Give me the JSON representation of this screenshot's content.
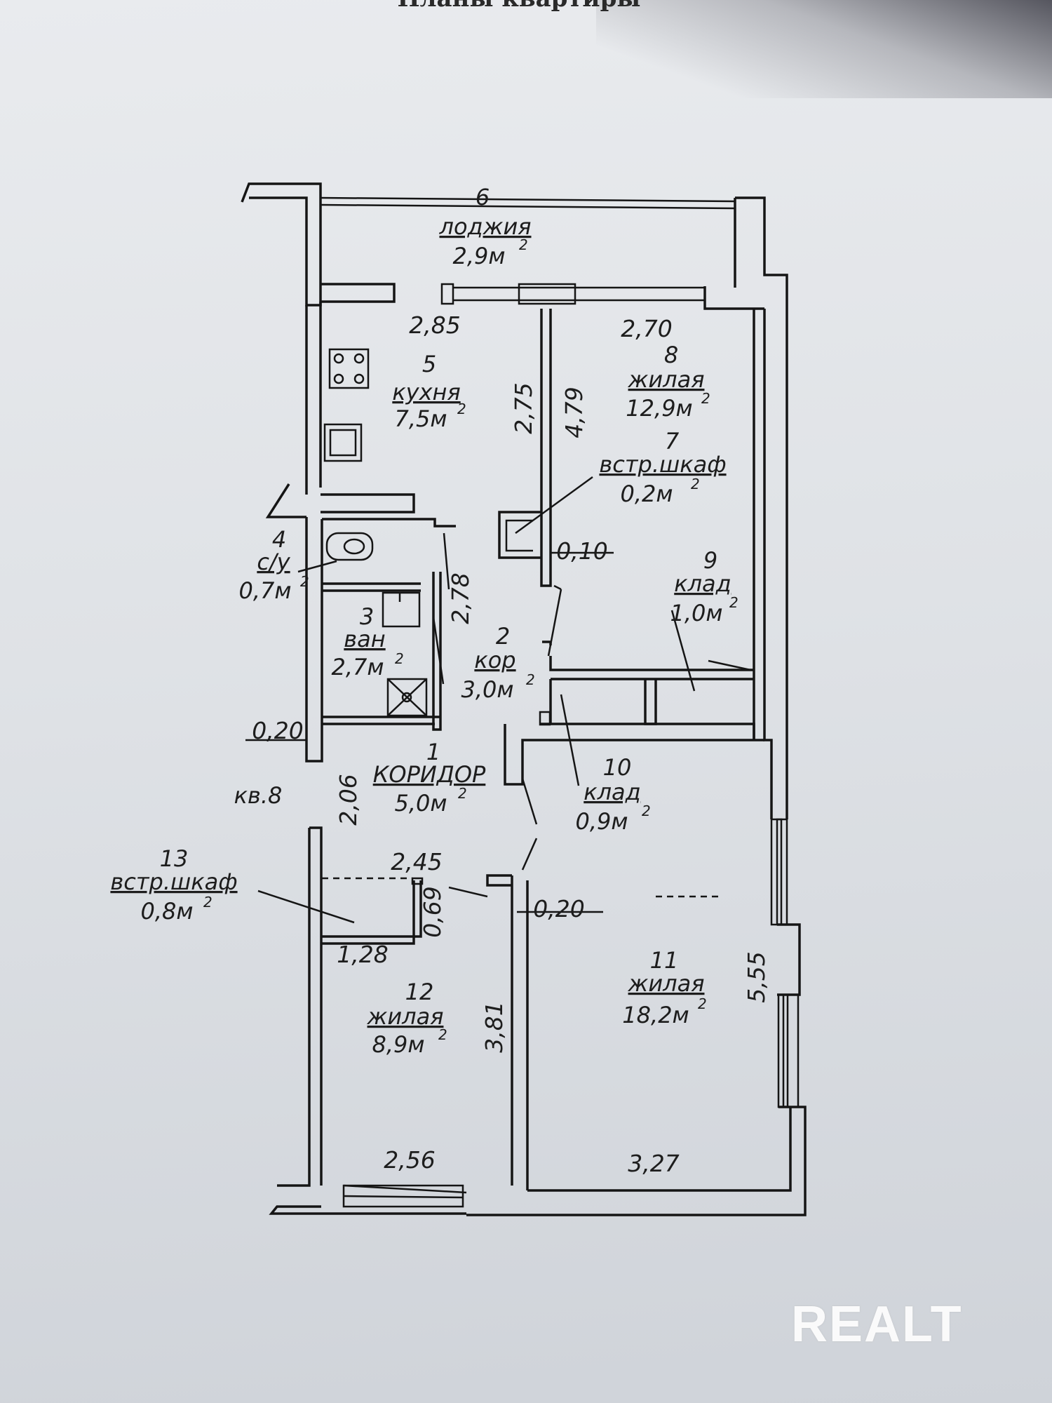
{
  "page_heading_partial": "Планы квартиры",
  "apartment_label": "кв.8",
  "watermark": "REALT",
  "rooms": [
    {
      "num": "1",
      "name": "КОРИДОР",
      "area": "5,0м"
    },
    {
      "num": "2",
      "name": "кор",
      "area": "3,0м"
    },
    {
      "num": "3",
      "name": "ван",
      "area": "2,7м"
    },
    {
      "num": "4",
      "name": "с/у",
      "area": "0,7м"
    },
    {
      "num": "5",
      "name": "кухня",
      "area": "7,5м"
    },
    {
      "num": "6",
      "name": "лоджия",
      "area": "2,9м"
    },
    {
      "num": "7",
      "name": "встр.шкаф",
      "area": "0,2м"
    },
    {
      "num": "8",
      "name": "жилая",
      "area": "12,9м"
    },
    {
      "num": "9",
      "name": "клад",
      "area": "1,0м"
    },
    {
      "num": "10",
      "name": "клад",
      "area": "0,9м"
    },
    {
      "num": "11",
      "name": "жилая",
      "area": "18,2м"
    },
    {
      "num": "12",
      "name": "жилая",
      "area": "8,9м"
    },
    {
      "num": "13",
      "name": "встр.шкаф",
      "area": "0,8м"
    }
  ],
  "area_unit_superscript": "2",
  "dimensions": {
    "kitchen_width": "2,85",
    "room8_width": "2,70",
    "kitchen_depth": "2,75",
    "room8_depth": "4,79",
    "wall_7": "0,10",
    "bath_depth": "2,78",
    "wall_left": "0,20",
    "corridor_length": "2,06",
    "corridor_width": "2,45",
    "closet13_depth": "0,69",
    "wall_mid": "0,20",
    "closet13_width": "1,28",
    "room12_depth": "3,81",
    "room12_width": "2,56",
    "room11_depth": "5,55",
    "room11_width": "3,27"
  }
}
